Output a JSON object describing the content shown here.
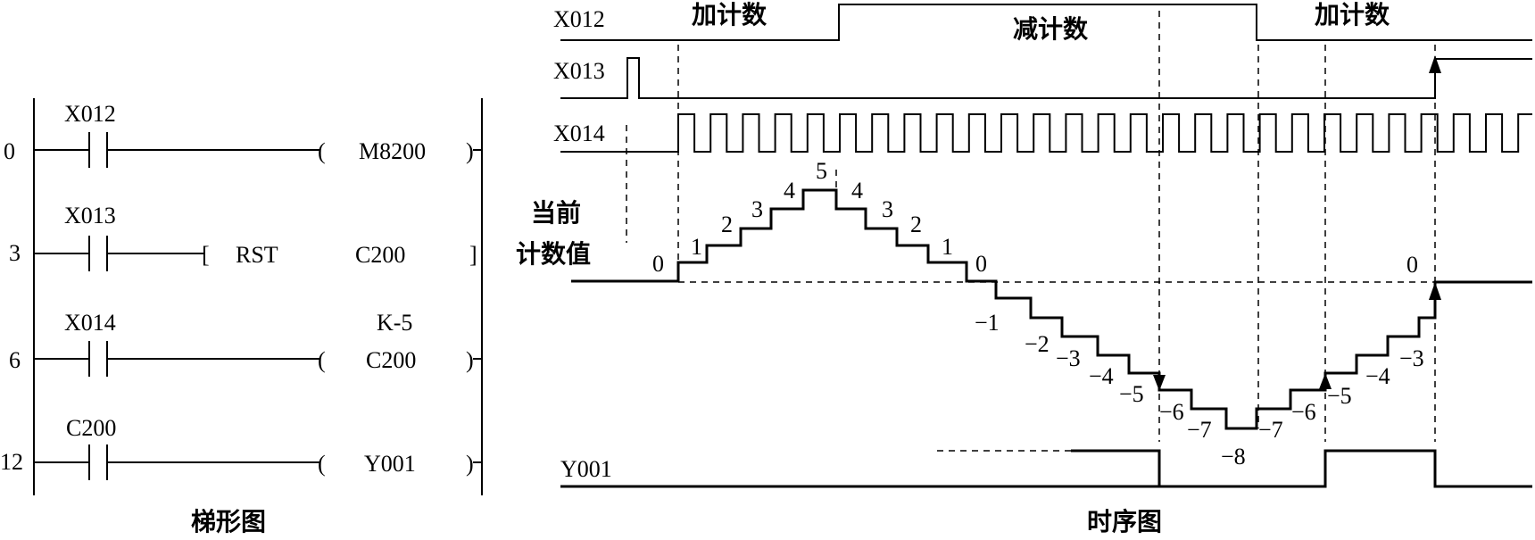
{
  "ladder": {
    "caption": "梯形图",
    "rungs": [
      {
        "step": "0",
        "contact": "X012",
        "coil": "M8200",
        "kind": "coil",
        "param": ""
      },
      {
        "step": "3",
        "contact": "X013",
        "coil": "C200",
        "kind": "instr",
        "instr": "RST",
        "param": ""
      },
      {
        "step": "6",
        "contact": "X014",
        "coil": "C200",
        "kind": "coil",
        "param": "K-5"
      },
      {
        "step": "12",
        "contact": "C200",
        "coil": "Y001",
        "kind": "coil",
        "param": ""
      }
    ]
  },
  "timing": {
    "caption": "时序图",
    "signals": {
      "x012": "X012",
      "x013": "X013",
      "x014": "X014",
      "y001": "Y001"
    },
    "modes": {
      "up1": "加计数",
      "down": "减计数",
      "up2": "加计数"
    },
    "value_label": [
      "当前",
      "计数值"
    ],
    "count_values": [
      "0",
      "1",
      "2",
      "3",
      "4",
      "5",
      "4",
      "3",
      "2",
      "1",
      "0",
      "−1",
      "−2",
      "−3",
      "−4",
      "−5",
      "−6",
      "−7",
      "−8",
      "−7",
      "−6",
      "−5",
      "−4",
      "−3",
      "0"
    ]
  }
}
